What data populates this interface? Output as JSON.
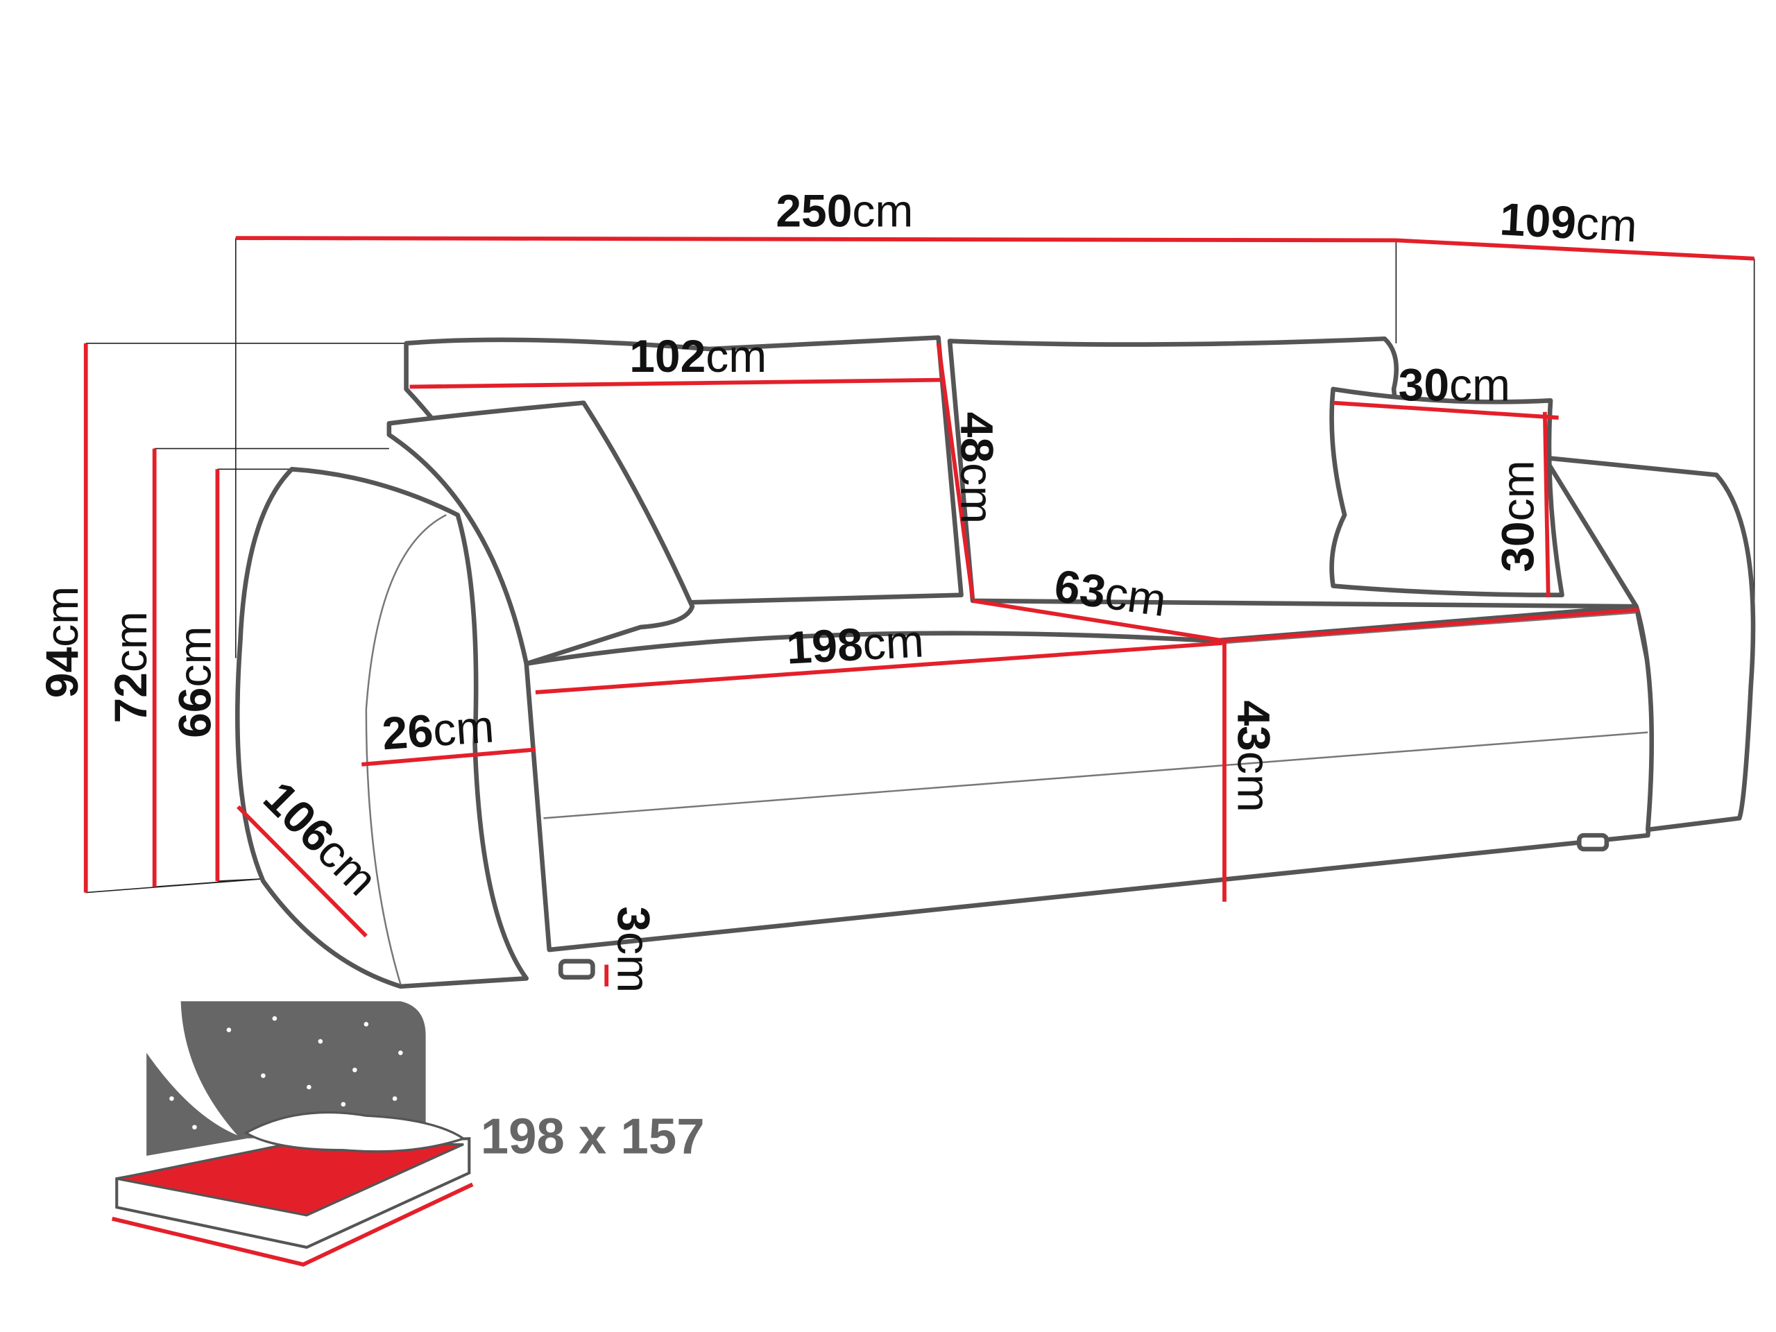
{
  "title": "Sofa dimensions diagram",
  "unit": "cm",
  "dimensions": {
    "total_width": "250",
    "total_depth": "109",
    "back_cushion_width": "102",
    "back_cushion_height": "48",
    "pillow_width": "30",
    "pillow_height": "30",
    "seat_depth": "63",
    "seat_width": "198",
    "seat_height": "43",
    "armrest_width": "26",
    "armrest_depth": "106",
    "total_height": "94",
    "back_height": "72",
    "armrest_height": "66",
    "leg_height": "3"
  },
  "sleeping_area": "198 x 157",
  "colors": {
    "dimension_line": "#e3202a",
    "outline": "#555555",
    "bed_mattress": "#e3202a"
  }
}
